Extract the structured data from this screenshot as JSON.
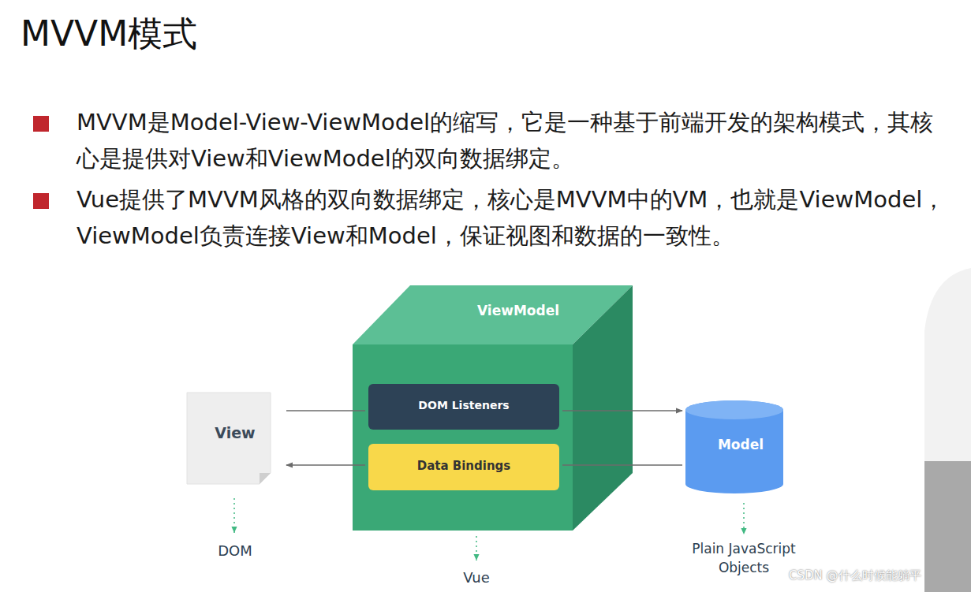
{
  "diagram": {
    "title": "MVVM模式",
    "nodes": [
      {
        "text": [
          "View"
        ]
      },
      {
        "text": [
          "ViewModel"
        ]
      },
      {
        "text": [
          "DOM Listeners"
        ],
        "in": 1
      },
      {
        "text": [
          "Data Bindings"
        ],
        "in": 1
      },
      {
        "text": [
          "Model"
        ]
      }
    ],
    "edges": [
      {
        "from": 0,
        "to": 2,
        "arrow": "none"
      },
      {
        "from": 2,
        "to": 4,
        "arrow": "to"
      },
      {
        "from": 4,
        "to": 3,
        "arrow": "none"
      },
      {
        "from": 3,
        "to": 0,
        "arrow": "to"
      }
    ],
    "labels": [
      "MVVM是Model-View-ViewModel的缩写，它是一种基于前端开发的架构模式，其核心是提供对View和ViewModel的双向数据绑定。",
      "Vue提供了MVVM风格的双向数据绑定，核心是MVVM中的VM，也就是ViewModel，ViewModel负责连接View和Model，保证视图和数据的一致性。",
      "DOM",
      "Vue",
      "Plain JavaScript Objects",
      "CSDN @什么时候能躺平"
    ]
  }
}
